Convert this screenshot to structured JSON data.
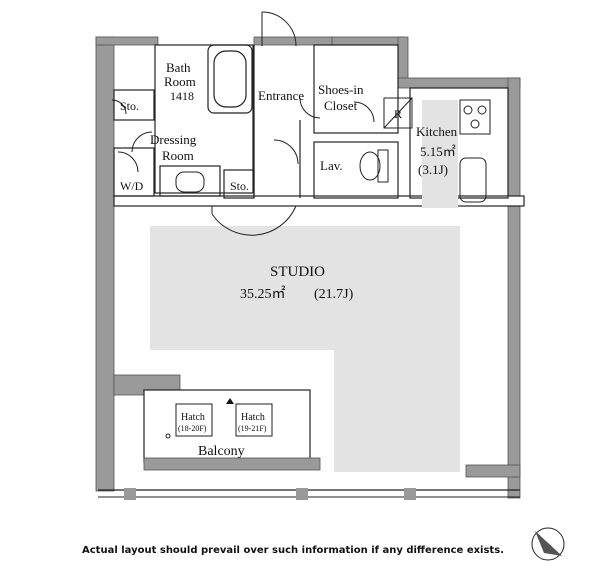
{
  "rooms": {
    "bath": {
      "name_line1": "Bath",
      "name_line2": "Room",
      "size_code": "1418"
    },
    "entrance": "Entrance",
    "shoes_in_closet": {
      "line1": "Shoes-in",
      "line2": "Closet"
    },
    "sto_upper": "Sto.",
    "sto_lower": "Sto.",
    "dressing_room": {
      "line1": "Dressing",
      "line2": "Room"
    },
    "wd": "W/D",
    "lav": "Lav.",
    "refrigerator": "R",
    "kitchen": {
      "name": "Kitchen",
      "area": "5.15㎡",
      "jo": "(3.1J)"
    },
    "studio": {
      "name": "STUDIO",
      "area": "35.25㎡",
      "jo": "(21.7J)"
    },
    "balcony": "Balcony",
    "hatch_left": {
      "line1": "Hatch",
      "line2": "(18-20F)"
    },
    "hatch_right": {
      "line1": "Hatch",
      "line2": "(19-21F)"
    }
  },
  "footer_note": "Actual layout should prevail over such information if any difference exists.",
  "colors": {
    "wall": "#9a9a9a",
    "wall_dark": "#555555",
    "floor_gray": "#e3e3e3",
    "line": "#222222"
  },
  "compass": "north-arrow-icon"
}
